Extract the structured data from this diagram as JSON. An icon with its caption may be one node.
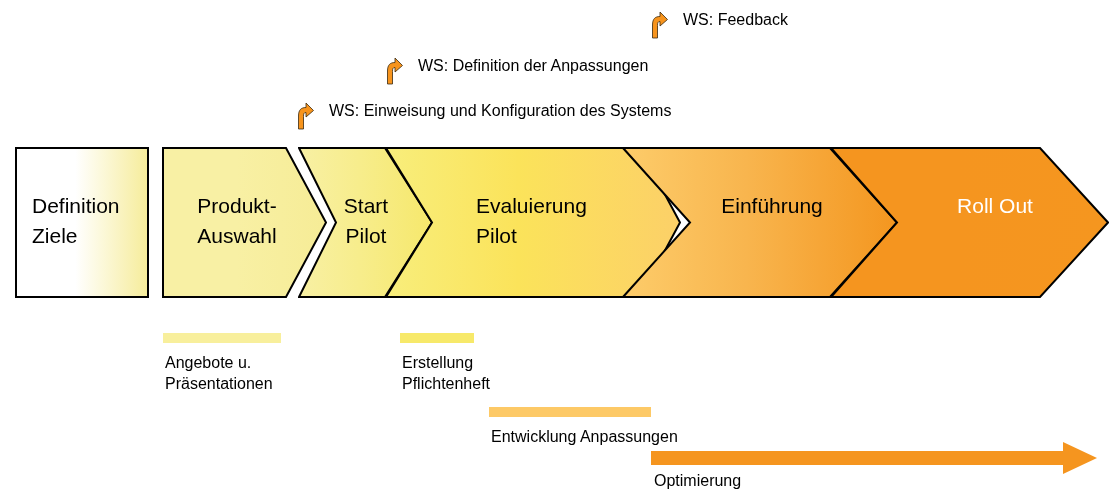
{
  "diagram": {
    "nodes": [
      {
        "text": [
          "Definition Ziele"
        ]
      },
      {
        "text": [
          "Produkt-Auswahl"
        ]
      },
      {
        "text": [
          "Start Pilot"
        ]
      },
      {
        "text": [
          "Evaluierung Pilot"
        ]
      },
      {
        "text": [
          "Einführung"
        ]
      },
      {
        "text": [
          "Roll Out"
        ]
      },
      {
        "text": [
          "Angebote u. Präsentationen"
        ]
      },
      {
        "text": [
          "Erstellung Pflichtenheft"
        ]
      },
      {
        "text": [
          "Entwicklung Anpassungen"
        ]
      },
      {
        "text": [
          "Optimierung"
        ]
      }
    ],
    "labels": [
      "WS: Feedback",
      "WS: Definition der Anpassungen",
      "WS: Einweisung und Konfiguration des Systems"
    ]
  }
}
